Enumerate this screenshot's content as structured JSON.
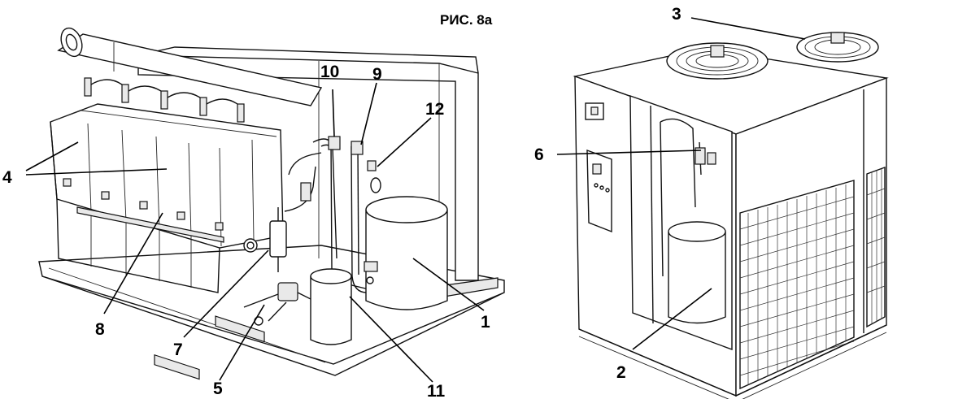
{
  "figure": {
    "title": "РИС. 8а",
    "callouts": [
      {
        "id": "1",
        "label": "1"
      },
      {
        "id": "2",
        "label": "2"
      },
      {
        "id": "3",
        "label": "3"
      },
      {
        "id": "4",
        "label": "4"
      },
      {
        "id": "5",
        "label": "5"
      },
      {
        "id": "6",
        "label": "6"
      },
      {
        "id": "7",
        "label": "7"
      },
      {
        "id": "8",
        "label": "8"
      },
      {
        "id": "9",
        "label": "9"
      },
      {
        "id": "10",
        "label": "10"
      },
      {
        "id": "11",
        "label": "11"
      },
      {
        "id": "12",
        "label": "12"
      }
    ]
  }
}
